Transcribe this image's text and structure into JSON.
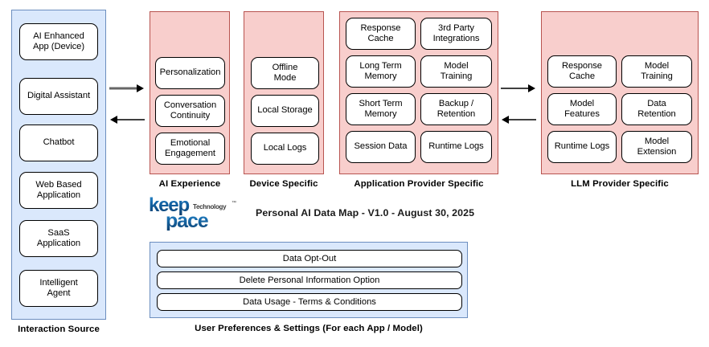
{
  "diagram": {
    "title": "Personal AI Data Map - V1.0 - August 30, 2025",
    "logo": {
      "word_top": "keep",
      "word_bottom": "pace",
      "tagline": "Technology",
      "trademark": "™",
      "color_primary": "#1060a8",
      "color_dark": "#0a3d6b",
      "color_tagline": "#3a3a3a"
    },
    "colors": {
      "blue_fill": "#dae8fc",
      "blue_border": "#6c8ebf",
      "pink_fill": "#f8cecc",
      "pink_border": "#b85450",
      "node_fill": "#ffffff",
      "node_border": "#000000",
      "arrow_gray": "#666666",
      "arrow_black": "#000000"
    },
    "columns": [
      {
        "id": "interaction-source",
        "caption": "Interaction Source",
        "style": "blue",
        "nodes": [
          "AI Enhanced\nApp (Device)",
          "Digital Assistant",
          "Chatbot",
          "Web Based\nApplication",
          "SaaS\nApplication",
          "Intelligent\nAgent"
        ]
      },
      {
        "id": "ai-experience",
        "caption": "AI Experience",
        "style": "pink",
        "nodes": [
          "Personalization",
          "Conversation\nContinuity",
          "Emotional\nEngagement"
        ]
      },
      {
        "id": "device-specific",
        "caption": "Device Specific",
        "style": "pink",
        "nodes": [
          "Offline\nMode",
          "Local Storage",
          "Local Logs"
        ]
      },
      {
        "id": "application-provider-specific",
        "caption": "Application Provider Specific",
        "style": "pink",
        "nodes": [
          "Response\nCache",
          "3rd Party\nIntegrations",
          "Long Term\nMemory",
          "Model\nTraining",
          "Short Term\nMemory",
          "Backup /\nRetention",
          "Session Data",
          "Runtime Logs"
        ]
      },
      {
        "id": "llm-provider-specific",
        "caption": "LLM Provider Specific",
        "style": "pink",
        "nodes": [
          "Response\nCache",
          "Model\nTraining",
          "Model\nFeatures",
          "Data\nRetention",
          "Runtime Logs",
          "Model\nExtension"
        ]
      }
    ],
    "connectors": [
      {
        "id": "left-forward-arrow",
        "direction": "right",
        "color": "#666666"
      },
      {
        "id": "left-return-arrow",
        "direction": "left",
        "color": "#000000"
      },
      {
        "id": "right-forward-arrow",
        "direction": "right",
        "color": "#000000"
      },
      {
        "id": "right-return-arrow",
        "direction": "left",
        "color": "#000000"
      }
    ],
    "preferences": {
      "caption": "User Preferences & Settings (For each App / Model)",
      "style": "blue",
      "rows": [
        "Data Opt-Out",
        "Delete Personal Information Option",
        "Data Usage - Terms & Conditions"
      ]
    }
  }
}
